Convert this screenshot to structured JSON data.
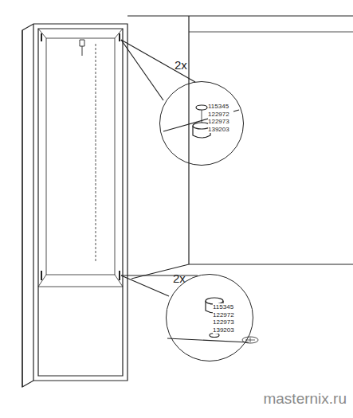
{
  "diagram": {
    "nodes": [
      {
        "text": [
          "2x",
          "115345 122972 122973 139203"
        ]
      },
      {
        "text": [
          "2x",
          "115345 122972 122973 139203"
        ]
      }
    ],
    "labels": [
      "masternix.ru"
    ]
  }
}
